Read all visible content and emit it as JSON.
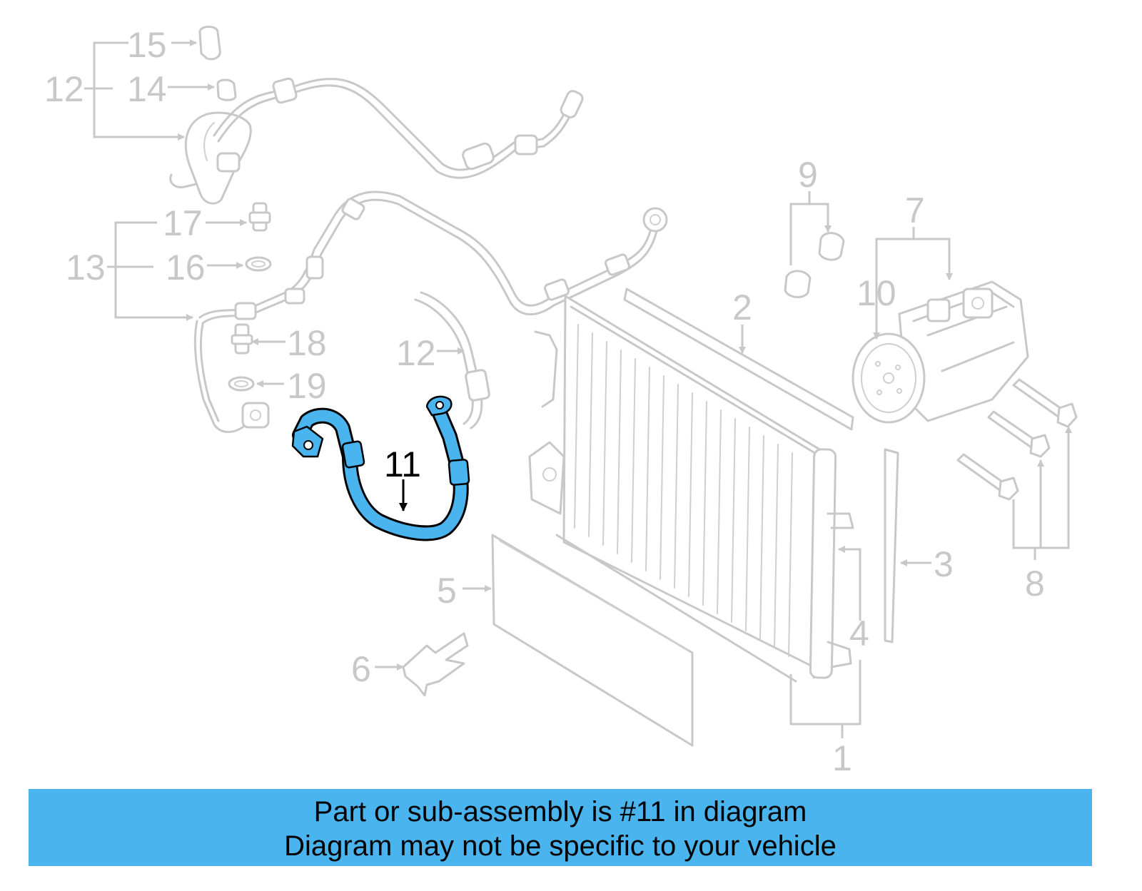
{
  "diagram": {
    "callouts": {
      "c1": "1",
      "c2": "2",
      "c3": "3",
      "c4": "4",
      "c5": "5",
      "c6": "6",
      "c7": "7",
      "c8": "8",
      "c9": "9",
      "c10": "10",
      "c11": "11",
      "c12a": "12",
      "c12b": "12",
      "c13": "13",
      "c14": "14",
      "c15": "15",
      "c16": "16",
      "c17": "17",
      "c18": "18",
      "c19": "19"
    },
    "highlight_color": "#4ab4ef",
    "ghost_color": "#c8c8c8"
  },
  "banner": {
    "line1": "Part or sub-assembly is #11 in diagram",
    "line2": "Diagram may not be specific to your vehicle",
    "color": "#4ab4ef"
  }
}
